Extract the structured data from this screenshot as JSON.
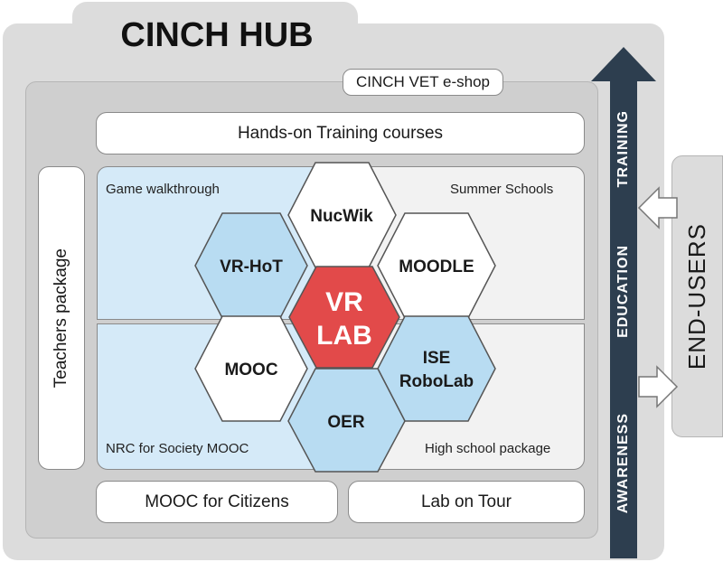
{
  "hub_title": "CINCH HUB",
  "eshop_label": "CINCH VET e-shop",
  "top_box": "Hands-on Training courses",
  "left_box": "Teachers package",
  "bottom_left_box": "MOOC for Citizens",
  "bottom_right_box": "Lab on Tour",
  "quadrants": {
    "top_left": "Game walkthrough",
    "top_right": "Summer Schools",
    "bottom_left": "NRC for Society MOOC",
    "bottom_right": "High school package"
  },
  "hexagons": {
    "nucwik": "NucWik",
    "vrhot": "VR-HoT",
    "moodle": "MOODLE",
    "vr_line1": "VR",
    "vr_line2": "LAB",
    "mooc": "MOOC",
    "ise_line1": "ISE",
    "ise_line2": "RoboLab",
    "oer": "OER"
  },
  "arrow_labels": {
    "training": "TRAINING",
    "education": "EDUCATION",
    "awareness": "AWARENESS"
  },
  "end_users": "END-USERS",
  "colors": {
    "outer_gray": "#dcdcdc",
    "inner_gray": "#d0d0d0",
    "light_blue": "#d5eaf8",
    "hex_blue": "#b8dcf2",
    "vr_red": "#e24a4a",
    "arrow_dark": "#2d3e4f"
  }
}
